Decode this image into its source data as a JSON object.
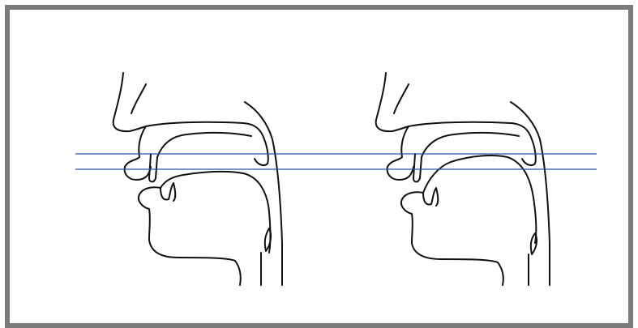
{
  "frame": {
    "border_color": "#7a7a7a",
    "background": "#ffffff"
  },
  "line_color": "#111111",
  "guide_color": "#2a4fa8",
  "panels": [
    {
      "id": "left",
      "icon": "vocal-tract-sagittal-section"
    },
    {
      "id": "right",
      "icon": "vocal-tract-sagittal-section"
    }
  ],
  "guide_lines": [
    {
      "id": "upper"
    },
    {
      "id": "lower"
    }
  ]
}
